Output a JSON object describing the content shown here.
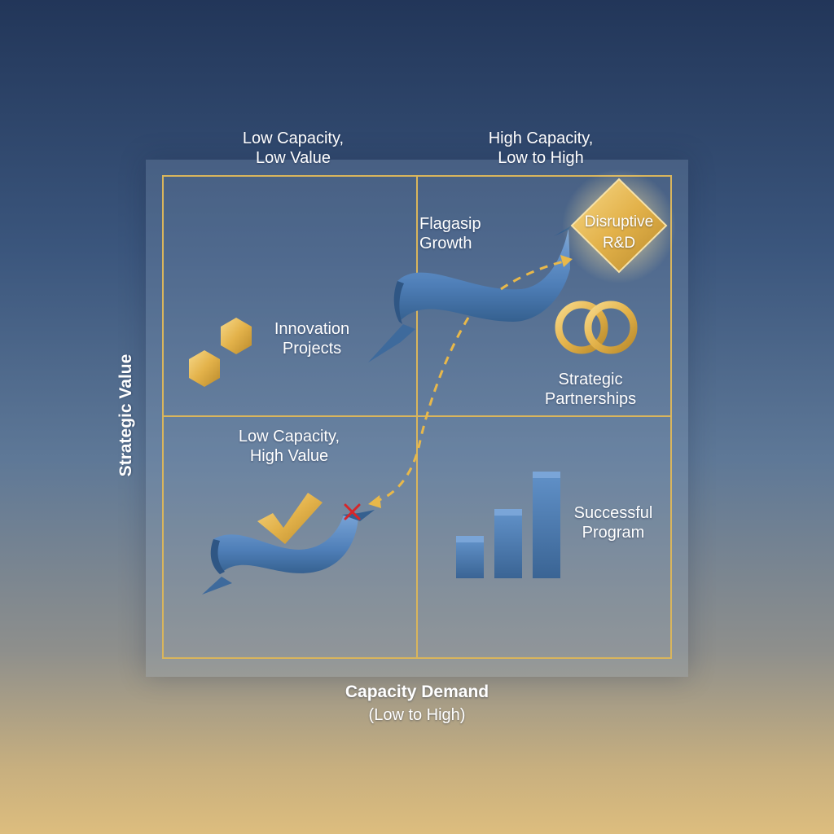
{
  "quadrant_headers": {
    "top_left": [
      "Low Capacity,",
      "Low Value"
    ],
    "top_right": [
      "High Capacity,",
      "Low to High"
    ],
    "bottom_left": [
      "Low Capacity,",
      "High Value"
    ]
  },
  "items": {
    "flagship_growth": [
      "Flagasip",
      "Growth"
    ],
    "disruptive_rd": [
      "Disruptive",
      "R&D"
    ],
    "innovation_projects": [
      "Innovation",
      "Projects"
    ],
    "strategic_partnerships": [
      "Strategic",
      "Partnerships"
    ],
    "successful_program": [
      "Successful",
      "Program"
    ]
  },
  "axes": {
    "x_title": "Capacity Demand",
    "x_subtitle": "(Low to High)",
    "y_title": "Strategic Value"
  },
  "colors": {
    "gold": "#e8b84a",
    "ribbon_blue": "#4f7fb8",
    "grid_line": "#d9b55c",
    "cross_red": "#d6262a"
  }
}
